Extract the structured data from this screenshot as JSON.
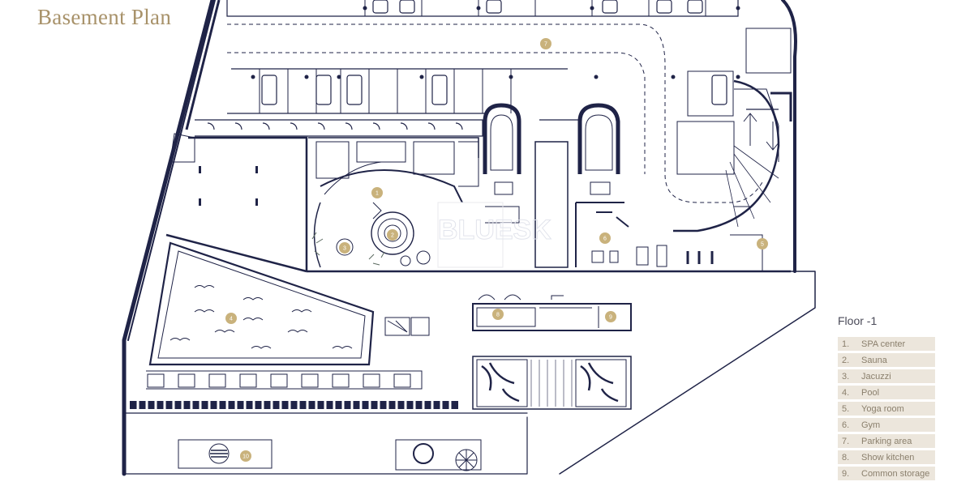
{
  "title": "Basement Plan",
  "watermark": "BLUESK",
  "legend": {
    "title": "Floor -1",
    "items": [
      {
        "num": "1.",
        "label": "SPA center"
      },
      {
        "num": "2.",
        "label": "Sauna"
      },
      {
        "num": "3.",
        "label": "Jacuzzi"
      },
      {
        "num": "4.",
        "label": "Pool"
      },
      {
        "num": "5.",
        "label": "Yoga room"
      },
      {
        "num": "6.",
        "label": "Gym"
      },
      {
        "num": "7.",
        "label": "Parking area"
      },
      {
        "num": "8.",
        "label": "Show kitchen"
      },
      {
        "num": "9.",
        "label": "Common storage"
      }
    ]
  },
  "markers": [
    "1",
    "2",
    "3",
    "4",
    "5",
    "6",
    "7",
    "8",
    "9",
    "10"
  ],
  "colors": {
    "wall": "#1f2347",
    "accent": "#c9b27c",
    "legend_bg": "#ece6dc",
    "title": "#a8926a"
  }
}
